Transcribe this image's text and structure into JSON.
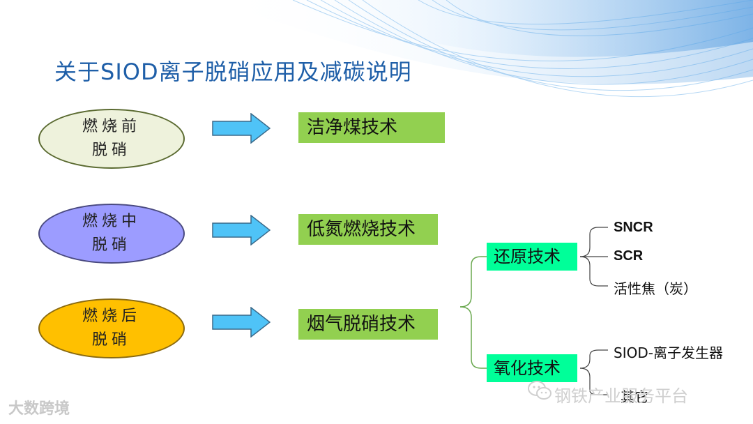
{
  "title": "关于SIOD离子脱硝应用及减碳说明",
  "stages": [
    {
      "line1": "燃烧前",
      "line2": "脱硝",
      "fill": "#eef2dc"
    },
    {
      "line1": "燃烧中",
      "line2": "脱硝",
      "fill": "#9c9cff"
    },
    {
      "line1": "燃烧后",
      "line2": "脱硝",
      "fill": "#ffc000"
    }
  ],
  "technologies": [
    "洁净煤技术",
    "低氮燃烧技术",
    "烟气脱硝技术"
  ],
  "branches": [
    {
      "label": "还原技术",
      "items": [
        "SNCR",
        "SCR",
        "活性焦（炭）"
      ]
    },
    {
      "label": "氧化技术",
      "items": [
        "SIOD-离子发生器",
        "其它"
      ]
    }
  ],
  "watermarks": {
    "left": "大数跨境",
    "right": "钢铁产业服务平台"
  },
  "colors": {
    "title": "#1f5fa8",
    "tech_box": "#92d050",
    "branch_box": "#00ff99",
    "arrow": "#4fc3f7"
  }
}
